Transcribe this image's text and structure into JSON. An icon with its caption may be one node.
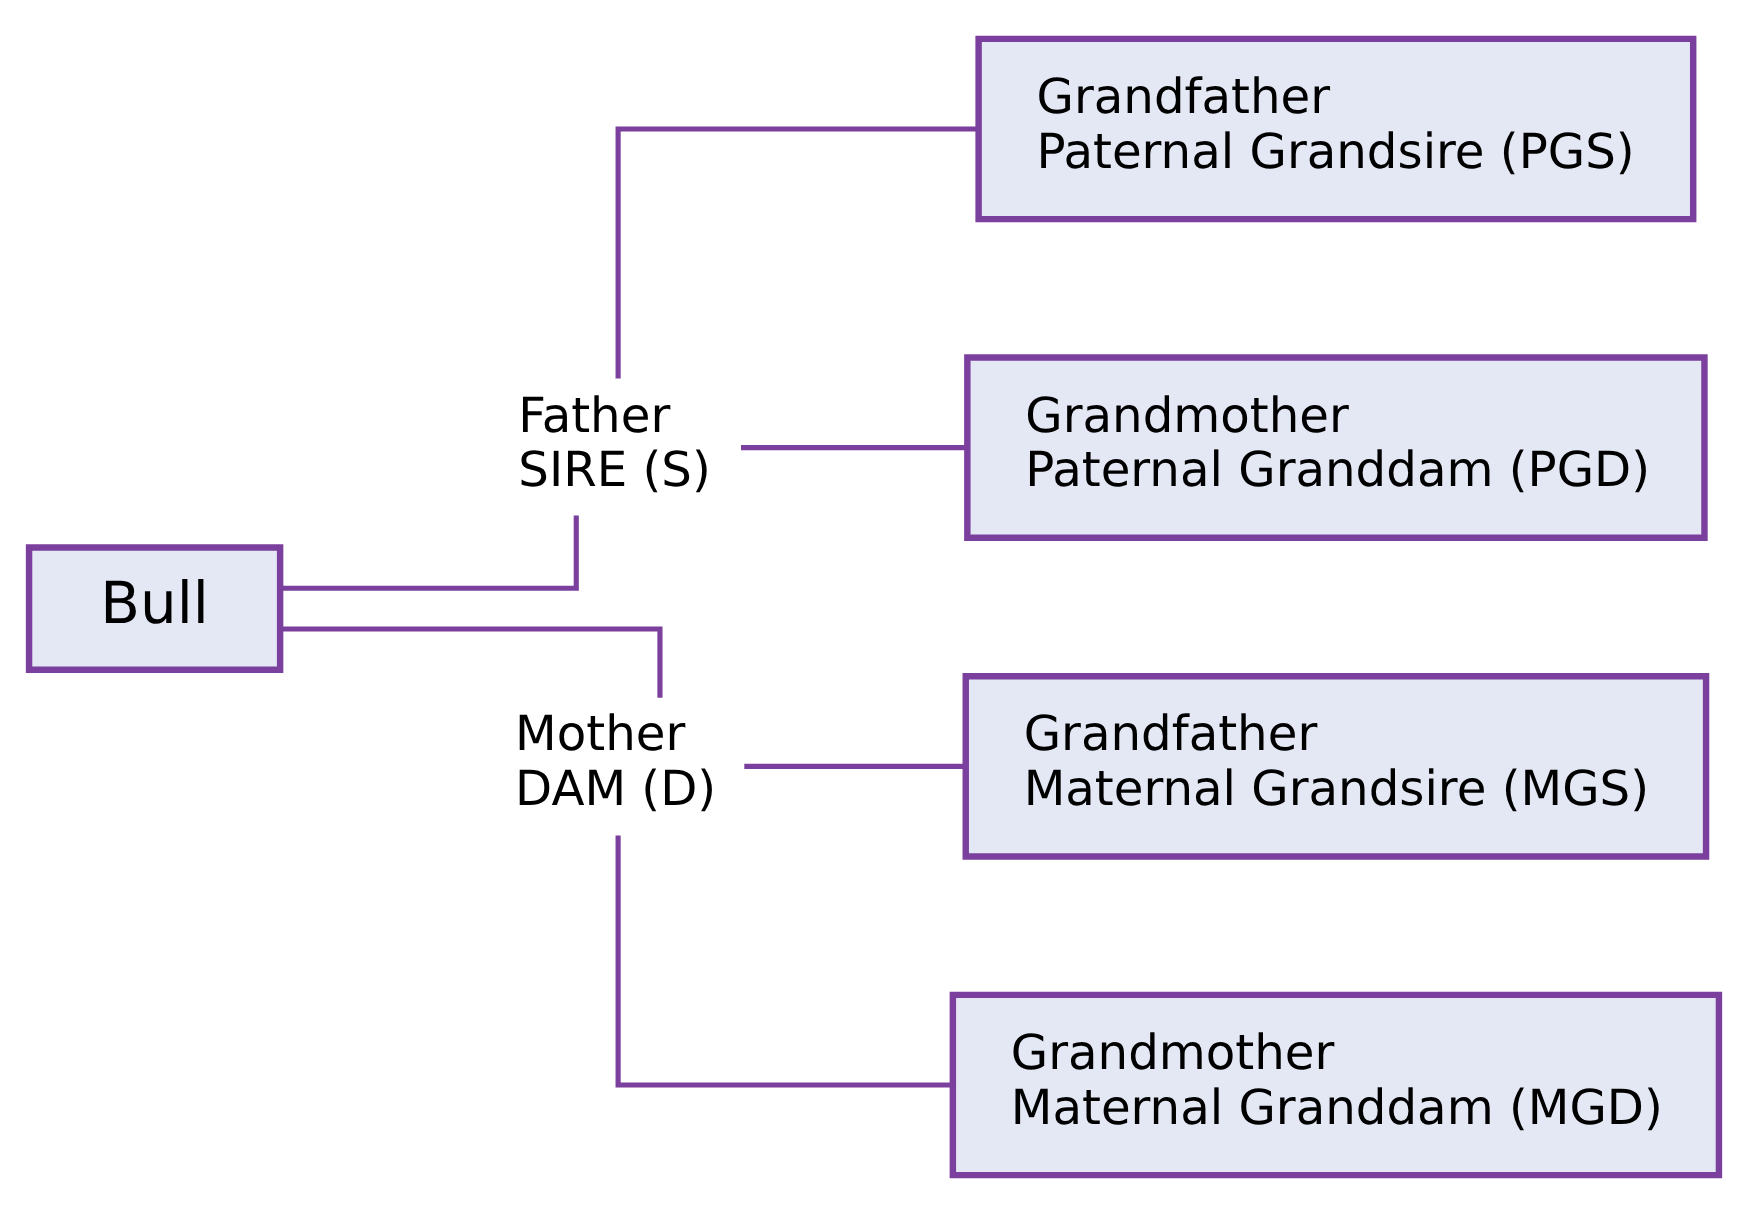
{
  "diagram": {
    "nodes": [
      {
        "text": [
          "Bull"
        ]
      },
      {
        "text": [
          "Father",
          "SIRE (S)"
        ]
      },
      {
        "text": [
          "Mother",
          "DAM (D)"
        ]
      },
      {
        "text": [
          "Grandfather",
          "Paternal Grandsire (PGS)"
        ]
      },
      {
        "text": [
          "Grandmother",
          "Paternal Granddam (PGD)"
        ]
      },
      {
        "text": [
          "Grandfather",
          "Maternal Grandsire (MGS)"
        ]
      },
      {
        "text": [
          "Grandmother",
          "Maternal Granddam (MGD)"
        ]
      }
    ],
    "edges": [
      {
        "from": 0,
        "to": 1,
        "arrow": "none"
      },
      {
        "from": 0,
        "to": 2,
        "arrow": "none"
      },
      {
        "from": 1,
        "to": 3,
        "arrow": "none"
      },
      {
        "from": 1,
        "to": 4,
        "arrow": "none"
      },
      {
        "from": 2,
        "to": 5,
        "arrow": "none"
      },
      {
        "from": 2,
        "to": 6,
        "arrow": "none"
      }
    ]
  }
}
